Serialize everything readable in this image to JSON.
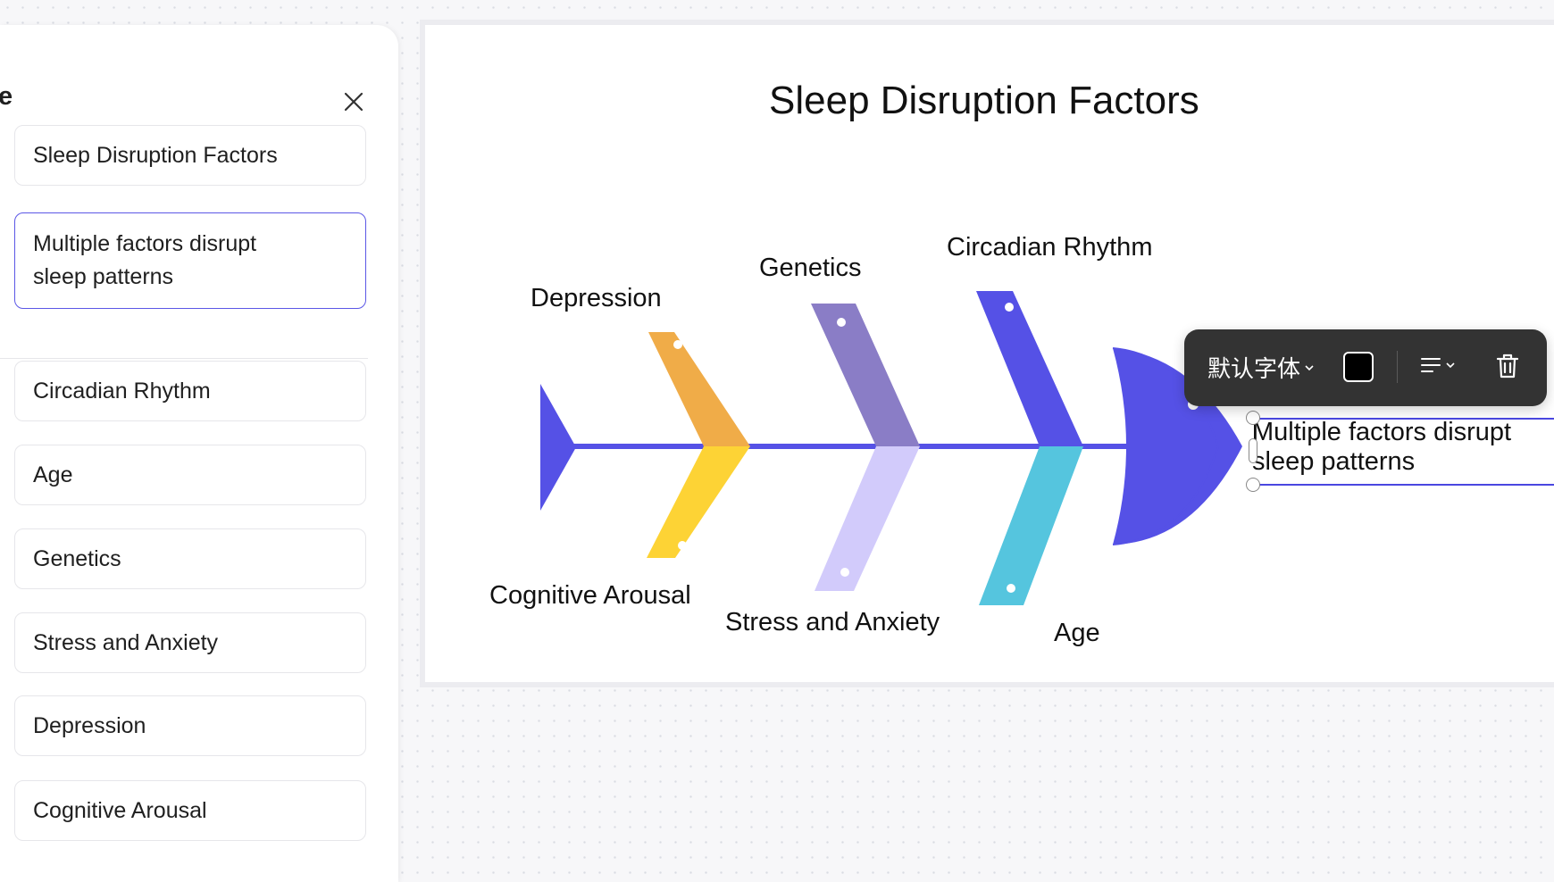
{
  "panel": {
    "title_fragment": "e",
    "diagram_title_field": "Sleep Disruption Factors",
    "head_field": "Multiple factors disrupt sleep patterns",
    "cause_fields": [
      "Circadian Rhythm",
      "Age",
      "Genetics",
      "Stress and Anxiety",
      "Depression",
      "Cognitive Arousal"
    ]
  },
  "diagram": {
    "title": "Sleep Disruption Factors",
    "head_text_line1": "Multiple factors disrupt",
    "head_text_line2": "sleep patterns",
    "causes": {
      "depression": "Depression",
      "genetics": "Genetics",
      "circadian": "Circadian Rhythm",
      "cognitive": "Cognitive Arousal",
      "stress": "Stress and Anxiety",
      "age": "Age"
    },
    "colors": {
      "spine": "#5551e6",
      "depression": "#f0ac48",
      "cognitive": "#fdd335",
      "genetics": "#8a7dc6",
      "stress": "#d2cbfb",
      "circadian": "#5551e6",
      "age": "#55c5de"
    }
  },
  "toolbar": {
    "font_label": "默认字体",
    "text_color": "#000000",
    "align_icon": "align-left-icon",
    "delete_icon": "trash-icon"
  }
}
